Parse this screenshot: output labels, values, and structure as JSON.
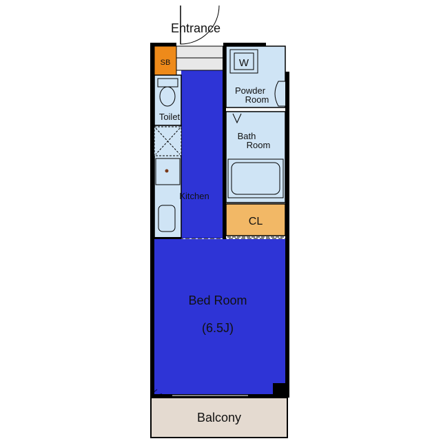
{
  "floorplan": {
    "rooms": {
      "entrance": "Entrance",
      "shoe_box": "SB",
      "toilet": "Toilet",
      "washer": "W",
      "powder_room_line1": "Powder",
      "powder_room_line2": "Room",
      "bath_room_line1": "Bath",
      "bath_room_line2": "Room",
      "kitchen": "Kitchen",
      "closet": "CL",
      "bed_room": "Bed Room",
      "bed_room_size": "(6.5J)",
      "balcony": "Balcony"
    },
    "colors": {
      "bedroom_floor": "#2e34d6",
      "wet_area": "#cfe4f5",
      "closet": "#f2b866",
      "shoe_box": "#ee8a1a",
      "balcony": "#e4dad0",
      "walls": "#000000"
    }
  }
}
